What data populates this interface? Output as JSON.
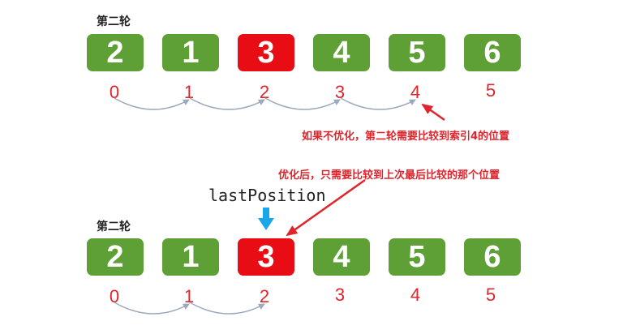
{
  "round_label": "第二轮",
  "top": {
    "values": [
      "2",
      "1",
      "3",
      "4",
      "5",
      "6"
    ],
    "indices": [
      "0",
      "1",
      "2",
      "3",
      "4",
      "5"
    ],
    "note": "如果不优化，第二轮需要比较到索引4的位置"
  },
  "bottom": {
    "values": [
      "2",
      "1",
      "3",
      "4",
      "5",
      "6"
    ],
    "indices": [
      "0",
      "1",
      "2",
      "3",
      "4",
      "5"
    ],
    "note": "优化后，只需要比较到上次最后比较的那个位置",
    "pointer_label": "lastPosition"
  },
  "colors": {
    "green": "#5ea036",
    "red": "#e80d14",
    "index_text": "#e0242c",
    "pointer": "#1aa7e8",
    "arc": "#9aa9bd"
  }
}
